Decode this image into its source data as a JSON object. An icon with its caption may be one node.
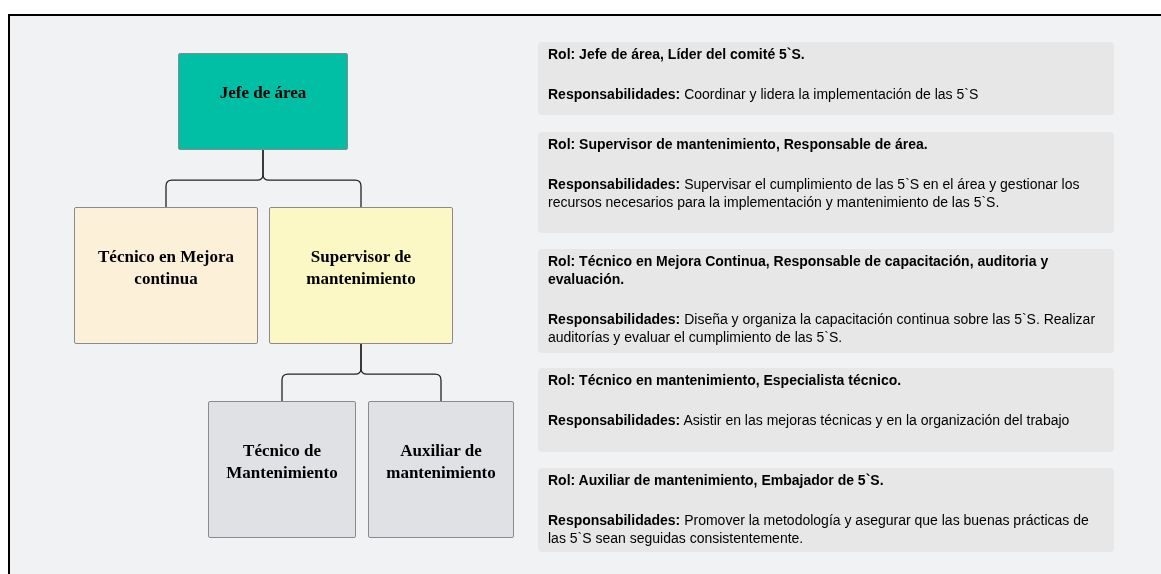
{
  "diagram": {
    "nodes": [
      {
        "text": [
          "Jefe de área"
        ]
      },
      {
        "text": [
          "Técnico en Mejora continua"
        ]
      },
      {
        "text": [
          "Supervisor de mantenimiento"
        ]
      },
      {
        "text": [
          "Técnico de Mantenimiento"
        ]
      },
      {
        "text": [
          "Auxiliar de mantenimiento"
        ]
      },
      {
        "text": [
          "Rol: Jefe de área, Líder del comité 5`S.",
          "**Responsabilidades:** Coordinar y lidera la implementación de las 5`S"
        ]
      },
      {
        "text": [
          "Rol: Supervisor de mantenimiento, Responsable de área.",
          "**Responsabilidades:** Supervisar el cumplimiento de las 5`S en el área y gestionar los recursos necesarios para la implementación y mantenimiento de las 5`S."
        ]
      },
      {
        "text": [
          "Rol: Técnico en Mejora Continua, Responsable de capacitación, auditoria y evaluación.",
          "**Responsabilidades:** Diseña y organiza la capacitación continua sobre las 5`S. Realizar auditorías y evaluar el cumplimiento de las 5`S."
        ]
      },
      {
        "text": [
          "Rol: Técnico en mantenimiento, Especialista técnico.",
          "**Responsabilidades:** Asistir en las mejoras técnicas y en la organización del trabajo"
        ]
      },
      {
        "text": [
          "Rol: Auxiliar de mantenimiento, Embajador de 5`S.",
          "**Responsabilidades:** Promover la metodología y asegurar que las buenas prácticas de las 5`S sean seguidas consistentemente."
        ]
      }
    ],
    "edges": [
      {
        "from": 0,
        "to": 1,
        "arrow": "none"
      },
      {
        "from": 0,
        "to": 2,
        "arrow": "none"
      },
      {
        "from": 2,
        "to": 3,
        "arrow": "none"
      },
      {
        "from": 2,
        "to": 4,
        "arrow": "none"
      }
    ]
  }
}
